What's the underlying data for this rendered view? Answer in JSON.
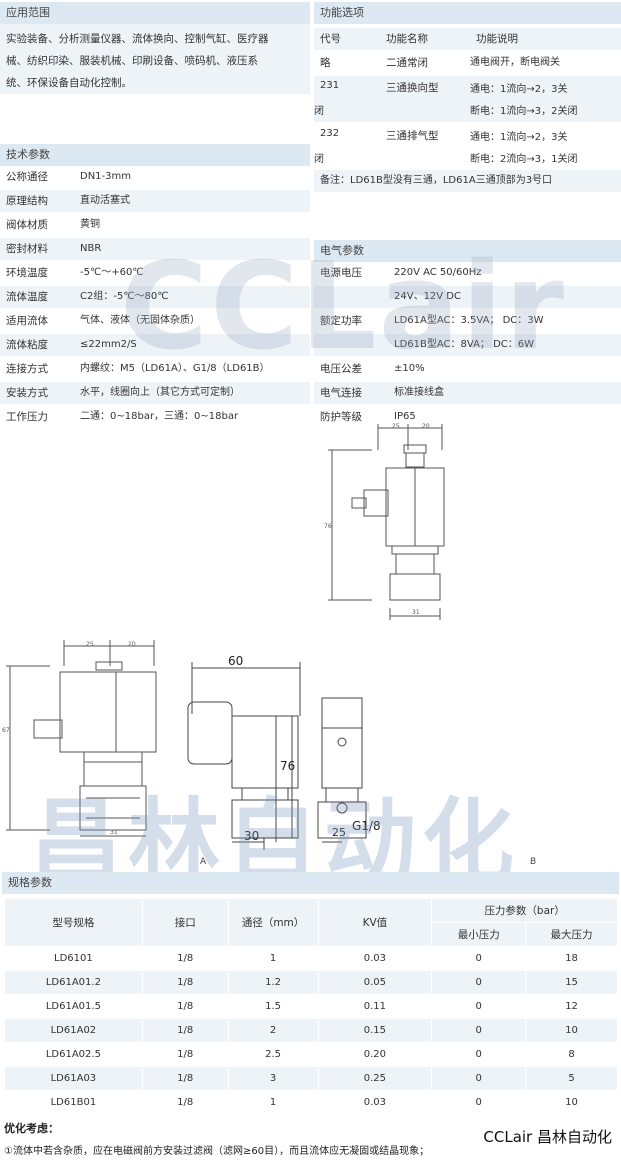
{
  "app": {
    "title": "应用范围",
    "lines": [
      "实验装备、分析测量仪器、流体换向、控制气缸、医疗器",
      "械、纺织印染、服装机械、印刷设备、喷码机、液压系",
      "统、环保设备自动化控制。"
    ]
  },
  "func": {
    "title": "功能选项",
    "headers": [
      "代号",
      "功能名称",
      "功能说明"
    ],
    "rows": [
      {
        "code": "略",
        "name": "二通常闭",
        "desc1": "通电阀开，断电阀关",
        "desc2": ""
      },
      {
        "code": "231",
        "code2": "闭",
        "name": "三通换向型",
        "desc1": "通电：1流向→2，3关",
        "desc2": "断电：1流向→3，2关闭"
      },
      {
        "code": "232",
        "code2": "闭",
        "name": "三通排气型",
        "desc1": "通电：1流向→2，3关",
        "desc2": "断电：2流向→3，1关闭"
      }
    ],
    "note": "备注：LD61B型没有三通，LD61A三通顶部为3号口"
  },
  "tech": {
    "title": "技术参数",
    "rows": [
      {
        "label": "公称通径",
        "value": "DN1-3mm"
      },
      {
        "label": "原理结构",
        "value": "直动活塞式"
      },
      {
        "label": "阀体材质",
        "value": "黄铜"
      },
      {
        "label": "密封材料",
        "value": "NBR"
      },
      {
        "label": "环境温度",
        "value": "-5℃～+60℃"
      },
      {
        "label": "流体温度",
        "value": "C2组：-5℃～80℃"
      },
      {
        "label": "适用流体",
        "value": "气体、液体（无固体杂质）"
      },
      {
        "label": "流体粘度",
        "value": "≤22mm2/S"
      },
      {
        "label": "连接方式",
        "value": "内螺纹：M5（LD61A）、G1/8（LD61B）"
      },
      {
        "label": "安装方式",
        "value": "水平，线圈向上（其它方式可定制）"
      },
      {
        "label": "工作压力",
        "value": "二通：0~18bar，三通：0~18bar"
      }
    ]
  },
  "elec": {
    "title": "电气参数",
    "rows": [
      {
        "label": "电源电压",
        "value": "220V AC 50/60Hz"
      },
      {
        "label": "",
        "value": "24V、12V DC"
      },
      {
        "label": "额定功率",
        "value": "LD61A型AC：3.5VA； DC：3W"
      },
      {
        "label": "",
        "value": "LD61B型AC：8VA； DC：6W"
      },
      {
        "label": "电压公差",
        "value": "±10%"
      },
      {
        "label": "电气连接",
        "value": "标准接线盒"
      },
      {
        "label": "防护等级",
        "value": "IP65"
      }
    ]
  },
  "watermarks": {
    "top": "CCLair",
    "bottom": "昌林自动化"
  },
  "drawings": {
    "d1_dims": [
      "25",
      "20",
      "76",
      "31"
    ],
    "d2_dims": [
      "25",
      "20",
      "67",
      "31"
    ],
    "d3_dims": [
      "60",
      "76",
      "30",
      "25",
      "G1/8"
    ],
    "label_a": "A",
    "label_b": "B"
  },
  "spec": {
    "title": "规格参数",
    "headers": [
      "型号规格",
      "接口",
      "通径（mm）",
      "KV值",
      "压力参数（bar）"
    ],
    "subheaders": [
      "最小压力",
      "最大压力"
    ],
    "rows": [
      [
        "LD6101",
        "1/8",
        "1",
        "0.03",
        "0",
        "18"
      ],
      [
        "LD61A01.2",
        "1/8",
        "1.2",
        "0.05",
        "0",
        "15"
      ],
      [
        "LD61A01.5",
        "1/8",
        "1.5",
        "0.11",
        "0",
        "12"
      ],
      [
        "LD61A02",
        "1/8",
        "2",
        "0.15",
        "0",
        "10"
      ],
      [
        "LD61A02.5",
        "1/8",
        "2.5",
        "0.20",
        "0",
        "8"
      ],
      [
        "LD61A03",
        "1/8",
        "3",
        "0.25",
        "0",
        "5"
      ],
      [
        "LD61B01",
        "1/8",
        "1",
        "0.03",
        "0",
        "10"
      ]
    ]
  },
  "footer": {
    "title": "优化考虑：",
    "line1": "①流体中若含杂质，应在电磁阀前方安装过滤阀（滤网≥60目），而且流体应无凝固或结晶现象；",
    "brand": "CCLair 昌林自动化"
  }
}
